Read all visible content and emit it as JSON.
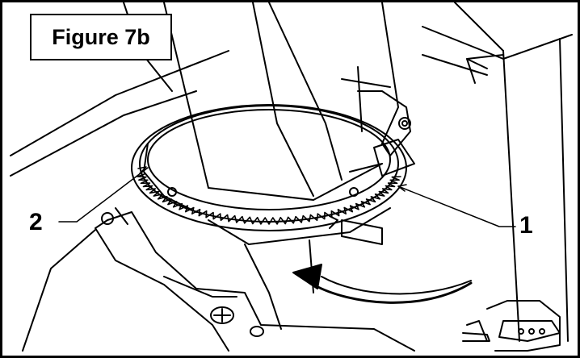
{
  "figure": {
    "caption": "Figure 7b",
    "callouts": [
      {
        "label": "2",
        "target": "ring-edge"
      },
      {
        "label": "1",
        "target": "gear-teeth"
      }
    ],
    "colors": {
      "ink": "#000000",
      "paper": "#ffffff",
      "frame": "#000000"
    },
    "icons": [
      "rotation-arrow-icon",
      "callout-leader-line"
    ]
  }
}
